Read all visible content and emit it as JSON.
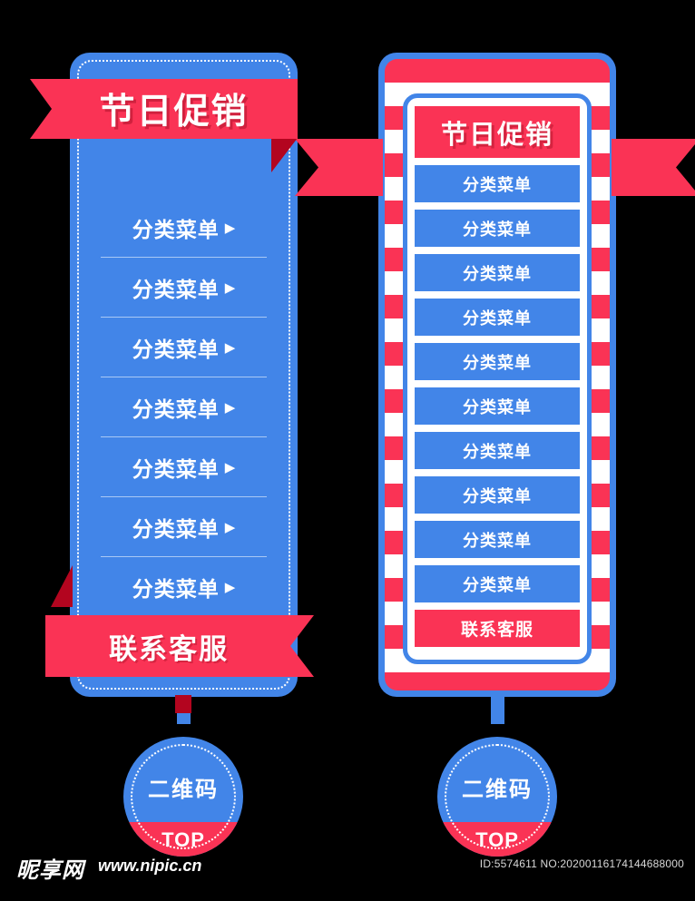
{
  "left_panel": {
    "header_ribbon": {
      "label": "节日促销"
    },
    "menu_items": [
      {
        "label": "分类菜单",
        "arrow": "▶"
      },
      {
        "label": "分类菜单",
        "arrow": "▶"
      },
      {
        "label": "分类菜单",
        "arrow": "▶"
      },
      {
        "label": "分类菜单",
        "arrow": "▶"
      },
      {
        "label": "分类菜单",
        "arrow": "▶"
      },
      {
        "label": "分类菜单",
        "arrow": "▶"
      },
      {
        "label": "分类菜单",
        "arrow": "▶"
      }
    ],
    "contact_ribbon": {
      "label": "联系客服"
    },
    "badge": {
      "qr_label": "二维码",
      "top_label": "TOP"
    }
  },
  "right_panel": {
    "header": {
      "label": "节日促销"
    },
    "menu_items": [
      {
        "label": "分类菜单"
      },
      {
        "label": "分类菜单"
      },
      {
        "label": "分类菜单"
      },
      {
        "label": "分类菜单"
      },
      {
        "label": "分类菜单"
      },
      {
        "label": "分类菜单"
      },
      {
        "label": "分类菜单"
      },
      {
        "label": "分类菜单"
      },
      {
        "label": "分类菜单"
      },
      {
        "label": "分类菜单"
      }
    ],
    "contact_bar": {
      "label": "联系客服"
    },
    "badge": {
      "qr_label": "二维码",
      "top_label": "TOP"
    }
  },
  "footer": {
    "site_logo": "昵享网",
    "site_url": "www.nipic.cn",
    "asset_id": "ID:5574611 NO:20200116174144688000"
  },
  "colors": {
    "blue": "#4285e8",
    "red": "#fa3355",
    "dark_red": "#b3051f",
    "white": "#ffffff",
    "background": "#000000"
  }
}
